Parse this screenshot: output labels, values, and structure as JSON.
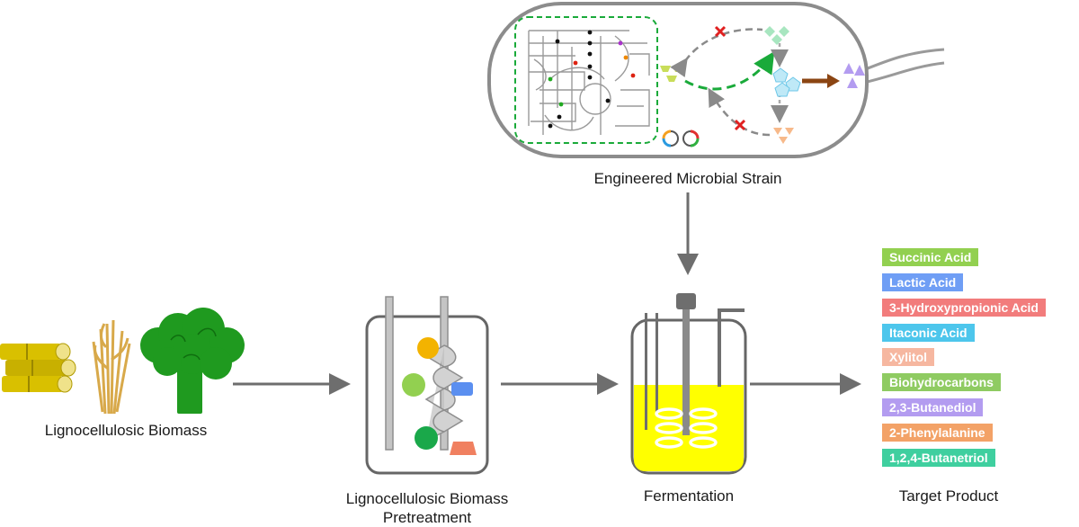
{
  "labels": {
    "strain": "Engineered Microbial Strain",
    "biomass": "Lignocellulosic Biomass",
    "pretreatment_line1": "Lignocellulosic Biomass",
    "pretreatment_line2": "Pretreatment",
    "fermentation": "Fermentation",
    "target": "Target Product"
  },
  "products": [
    {
      "name": "Succinic Acid",
      "color": "#92d050"
    },
    {
      "name": "Lactic Acid",
      "color": "#6f9ef5"
    },
    {
      "name": "3-Hydroxypropionic Acid",
      "color": "#f27c7c"
    },
    {
      "name": "Itaconic Acid",
      "color": "#4dc6ec"
    },
    {
      "name": "Xylitol",
      "color": "#f6b7a0"
    },
    {
      "name": "Biohydrocarbons",
      "color": "#8fcb62"
    },
    {
      "name": "2,3-Butanediol",
      "color": "#b39cf0"
    },
    {
      "name": "2-Phenylalanine",
      "color": "#f3a267"
    },
    {
      "name": "1,2,4-Butanetriol",
      "color": "#3fcf9f"
    }
  ],
  "colors": {
    "arrow": "#6e6e6e",
    "broth": "#ffff00",
    "plant_green": "#1f9a1f",
    "cane_yellow": "#d9c000",
    "straw": "#d8a94a",
    "block_x": "#e02020"
  }
}
